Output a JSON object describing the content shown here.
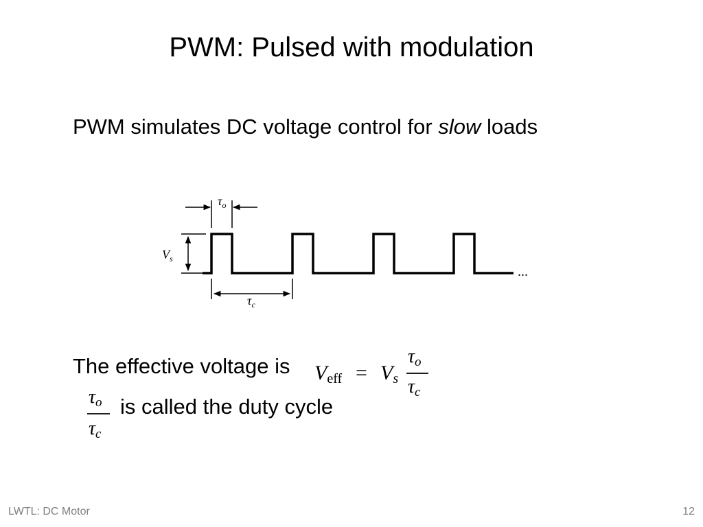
{
  "slide": {
    "title": "PWM: Pulsed with modulation",
    "bullet1_prefix": "PWM simulates DC voltage control for ",
    "bullet1_emphasis": "slow",
    "bullet1_suffix": " loads",
    "effective_text": "The effective voltage is",
    "duty_text": "is called the duty cycle"
  },
  "diagram": {
    "tau_symbol": "τ",
    "tau_o_sub": "o",
    "tau_c_sub": "c",
    "vs_symbol": "V",
    "vs_sub": "s",
    "ellipsis": "...",
    "pulse_count": 4
  },
  "formula": {
    "lhs_symbol": "V",
    "lhs_sub": "eff",
    "equals": "=",
    "rhs_symbol": "V",
    "rhs_sub": "s",
    "num_symbol": "τ",
    "num_sub": "o",
    "den_symbol": "τ",
    "den_sub": "c"
  },
  "duty": {
    "num_symbol": "τ",
    "num_sub": "o",
    "den_symbol": "τ",
    "den_sub": "c"
  },
  "footer": {
    "left": "LWTL: DC Motor",
    "page_number": "12"
  }
}
